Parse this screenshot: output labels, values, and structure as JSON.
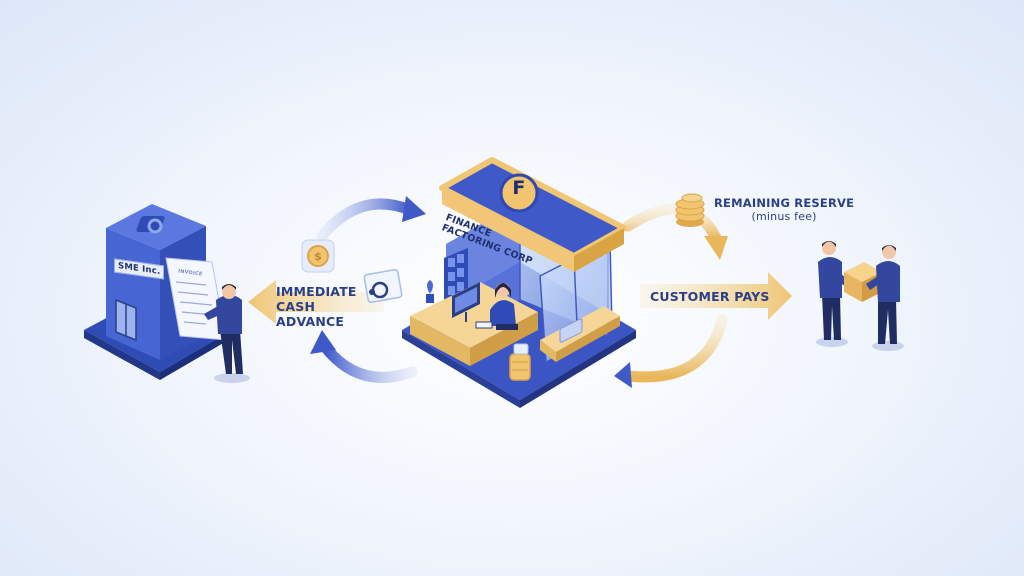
{
  "labels": {
    "cash_advance_line1": "IMMEDIATE",
    "cash_advance_line2": "CASH ADVANCE",
    "customer_pays": "CUSTOMER PAYS",
    "remaining_reserve": "REMAINING RESERVE",
    "minus_fee": "(minus fee)",
    "sme_sign": "SME Inc.",
    "invoice_header": "INVOICE",
    "company_sign_line1": "FINANCE",
    "company_sign_line2": "FACTORING CORP",
    "company_logo_letter": "F"
  },
  "colors": {
    "brand_blue": "#3f59c9",
    "dark_blue": "#2a3f86",
    "gold": "#f1c777",
    "gold_dark": "#d9a443",
    "background": "#eef3fc"
  },
  "icons": {
    "sme_building": "office-building-icon",
    "coin": "coin-icon",
    "money_card": "money-card-icon",
    "finance_office": "storefront-icon",
    "handshake": "delivery-handoff-icon"
  }
}
